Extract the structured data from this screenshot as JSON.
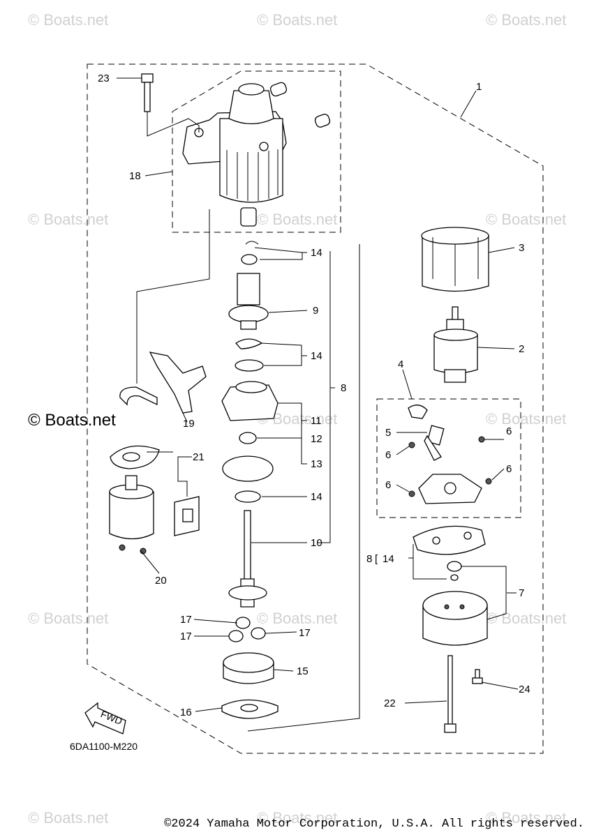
{
  "watermarks": [
    "© Boats.net",
    "© Boats.net",
    "© Boats.net",
    "© Boats.net",
    "© Boats.net",
    "© Boats.net",
    "© Boats.net",
    "© Boats.net",
    "© Boats.net",
    "© Boats.net",
    "© Boats.net",
    "© Boats.net",
    "© Boats.net",
    "© Boats.net"
  ],
  "watermark_center_left": "© Boats.net",
  "callouts": {
    "c1": "1",
    "c2": "2",
    "c3": "3",
    "c4": "4",
    "c5": "5",
    "c6a": "6",
    "c6b": "6",
    "c6c": "6",
    "c6d": "6",
    "c7": "7",
    "c8a": "8",
    "c8b": "8",
    "c9": "9",
    "c10": "10",
    "c11": "11",
    "c12": "12",
    "c13": "13",
    "c14a": "14",
    "c14b": "14",
    "c14c": "14",
    "c14d": "14",
    "c15": "15",
    "c16": "16",
    "c17a": "17",
    "c17b": "17",
    "c17c": "17",
    "c18": "18",
    "c19": "19",
    "c20": "20",
    "c21": "21",
    "c22": "22",
    "c23": "23",
    "c24": "24"
  },
  "fwd_label": "FWD",
  "diagram_code": "6DA1100-M220",
  "copyright": "©2024 Yamaha Motor Corporation, U.S.A. All rights reserved."
}
